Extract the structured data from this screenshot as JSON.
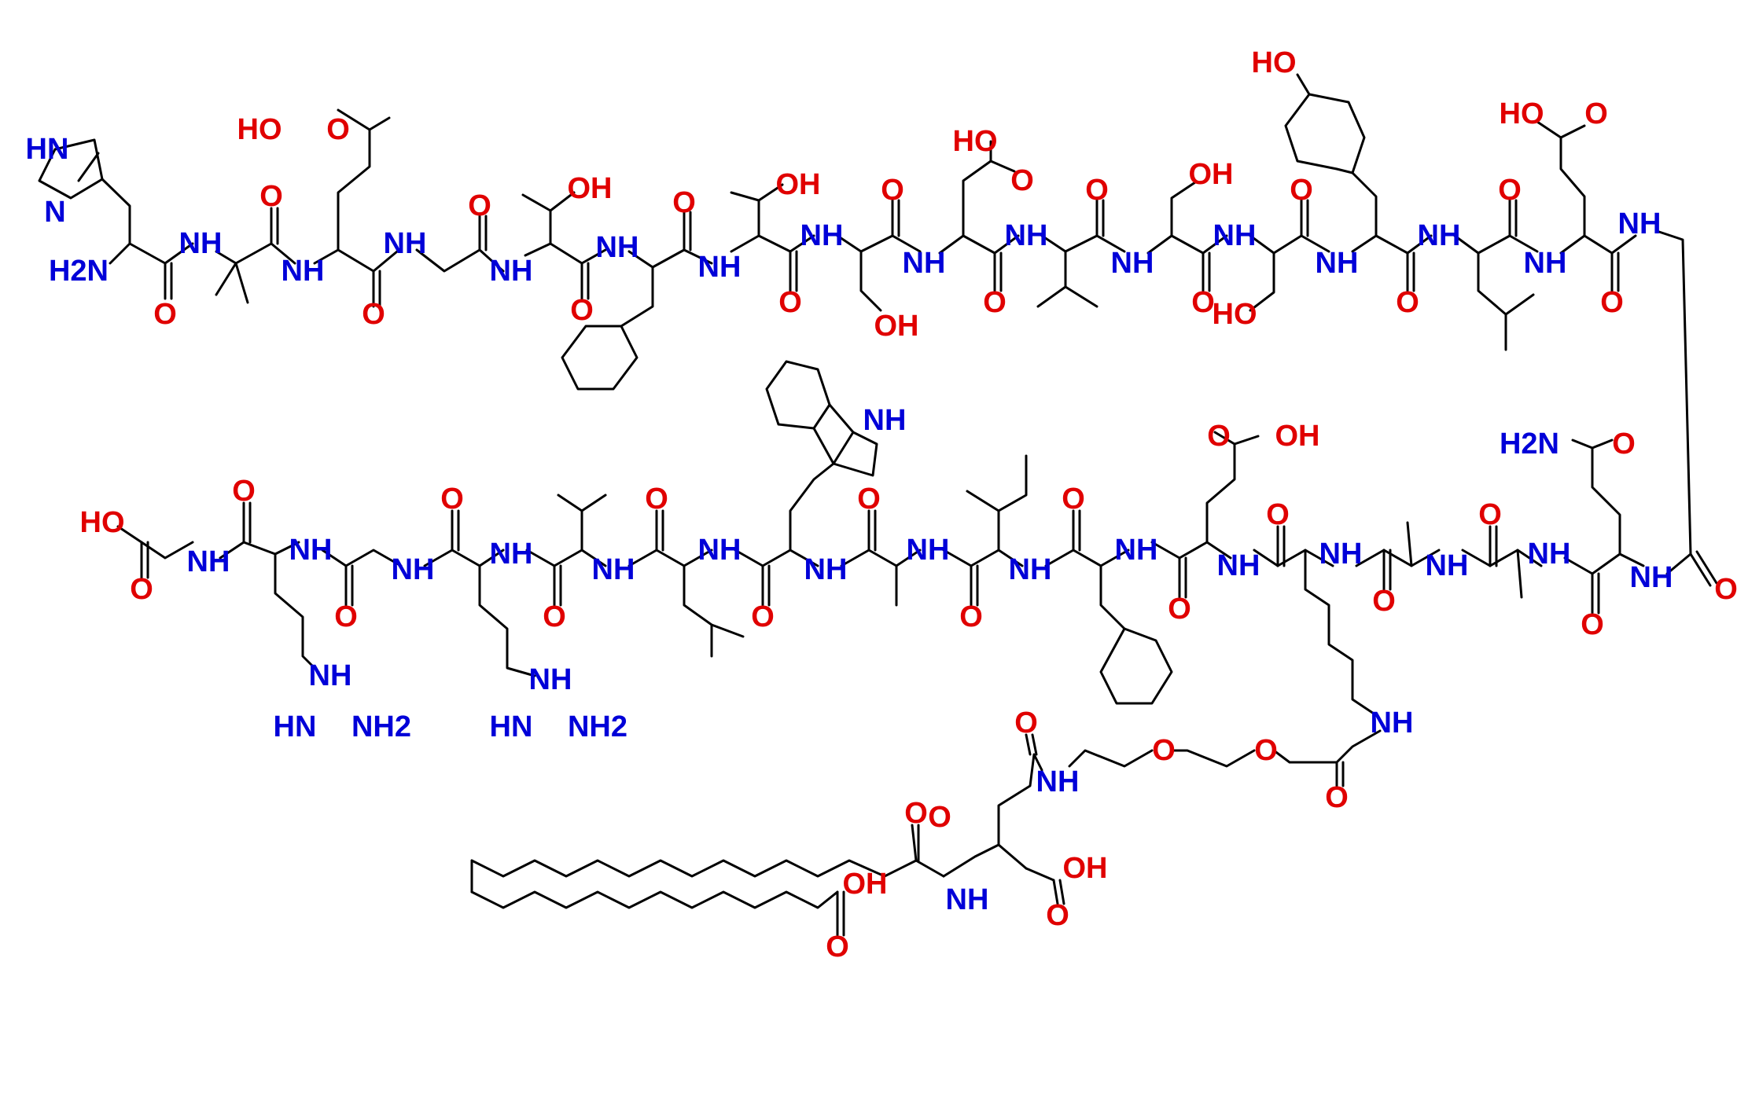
{
  "colors": {
    "bond": "#000000",
    "oxygen": "#e00000",
    "nitrogen": "#0000d8",
    "background": "#ffffff"
  },
  "labels": {
    "hn_imid": "HN",
    "n_imid": "N",
    "h2n_term": "H2N",
    "o1": "O",
    "n1h": "NH",
    "o2": "O",
    "hoocg1": "HO",
    "ooc1": "O",
    "n2h": "NH",
    "o3": "O",
    "n3h": "NH",
    "o4": "O",
    "oh_thr1": "OH",
    "n4h": "NH",
    "o5": "O",
    "n5h": "NH",
    "o6": "O",
    "oh_thr2": "OH",
    "n6h": "NH",
    "o7": "O",
    "n7h": "NH",
    "o8": "O",
    "oh_ser1": "OH",
    "hoasp": "HO",
    "oasp": "O",
    "n8h": "NH",
    "o9": "O",
    "n9h": "NH",
    "o10": "O",
    "oh_ser2": "OH",
    "n10h": "NH",
    "o11": "O",
    "n11h": "NH",
    "o12": "O",
    "ho_ser3": "HO",
    "ho_tyr": "HO",
    "n12h": "NH",
    "o13": "O",
    "n13h": "NH",
    "o14": "O",
    "ho_glu2": "HO",
    "o_glu2": "O",
    "n14h": "NH",
    "o15": "O",
    "h2n_gln": "H2N",
    "o_gln": "O",
    "n15h": "NH",
    "o16": "O",
    "o17": "O",
    "n16h": "NH",
    "o18": "O",
    "n17h": "NH",
    "o19": "O",
    "n18h": "NH",
    "ooh_glu3": "OH",
    "o_glu3": "O",
    "o20": "O",
    "n19h": "NH",
    "o21": "O",
    "n20h": "NH",
    "o22": "O",
    "n21h": "NH",
    "o23": "O",
    "n22h": "NH",
    "nh_indole": "NH",
    "o24": "O",
    "n23h": "NH",
    "o25": "O",
    "n24h": "NH",
    "o26": "O",
    "n25h": "NH",
    "o27": "O",
    "n26h": "NH",
    "nh_arg1": "NH",
    "hn_arg1": "HN",
    "nh2_arg1": "NH2",
    "o28": "O",
    "n27h": "NH",
    "o29": "O",
    "n28h": "NH",
    "o30": "O",
    "n29h": "NH",
    "nh_arg2": "NH",
    "hn_arg2": "HN",
    "nh2_arg2": "NH2",
    "ho_gly": "HO",
    "o_gly": "O",
    "nh_lys": "NH",
    "o_lk": "O",
    "o_peg1": "O",
    "o_peg2": "O",
    "nh_peg": "NH",
    "o_glu4": "O",
    "o_glu4b": "O",
    "oh_glu4": "OH",
    "o_glu4c": "O",
    "nh_glu4": "NH",
    "o_fa": "O",
    "oh_fa": "OH",
    "o_fa2": "O"
  }
}
